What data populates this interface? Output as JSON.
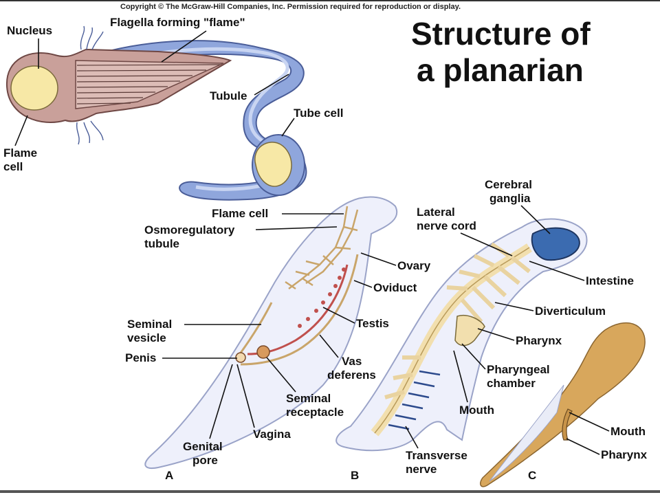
{
  "copyright": "Copyright © The McGraw-Hill Companies, Inc. Permission required for reproduction or display.",
  "title": {
    "line1": "Structure of",
    "line2": "a planarian"
  },
  "flame_cell_detail": {
    "nucleus": "Nucleus",
    "flagella": "Flagella forming \"flame\"",
    "tubule": "Tubule",
    "tube_cell": "Tube cell",
    "flame_cell_1": "Flame",
    "flame_cell_2": "cell"
  },
  "panel_a": {
    "letter": "A",
    "flame_cell": "Flame cell",
    "osmo_1": "Osmoregulatory",
    "osmo_2": "tubule",
    "ovary": "Ovary",
    "oviduct": "Oviduct",
    "seminal_vesicle_1": "Seminal",
    "seminal_vesicle_2": "vesicle",
    "testis": "Testis",
    "penis": "Penis",
    "vas_1": "Vas",
    "vas_2": "deferens",
    "sem_rec_1": "Seminal",
    "sem_rec_2": "receptacle",
    "vagina": "Vagina",
    "genital_1": "Genital",
    "genital_2": "pore"
  },
  "panel_b": {
    "letter": "B",
    "cerebral_1": "Cerebral",
    "cerebral_2": "ganglia",
    "lateral_1": "Lateral",
    "lateral_2": "nerve cord",
    "intestine": "Intestine",
    "diverticulum": "Diverticulum",
    "pharynx": "Pharynx",
    "pharyngeal_1": "Pharyngeal",
    "pharyngeal_2": "chamber",
    "mouth": "Mouth",
    "transverse_1": "Transverse",
    "transverse_2": "nerve"
  },
  "panel_c": {
    "letter": "C",
    "mouth": "Mouth",
    "pharynx": "Pharynx"
  },
  "colors": {
    "flame_cell_body": "#c9a09a",
    "nucleus": "#f7e8a6",
    "tubule": "#8fa6dc",
    "body_outline": "#eef0fb",
    "intestine": "#f2dfae",
    "nerve": "#2c4a8c",
    "reproductive": "#c0504d",
    "panel_c_body": "#d8a75c"
  }
}
